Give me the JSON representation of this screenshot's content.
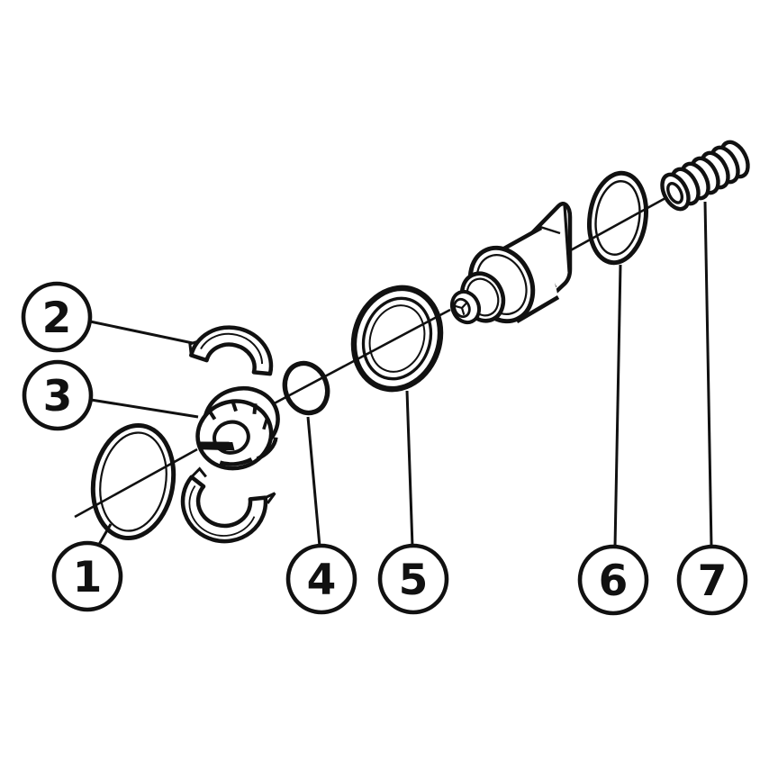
{
  "diagram": {
    "title": "exploded-parts-diagram",
    "background_color": "#ffffff",
    "line_color": "#111111",
    "callouts": [
      {
        "label": "1",
        "part": "retaining-ring-large"
      },
      {
        "label": "2",
        "part": "half-ring-clip-pair"
      },
      {
        "label": "3",
        "part": "slotted-collet-retainer"
      },
      {
        "label": "4",
        "part": "o-ring-small"
      },
      {
        "label": "5",
        "part": "seal-ring"
      },
      {
        "label": "6",
        "part": "o-ring-rear"
      },
      {
        "label": "7",
        "part": "coil-spring"
      }
    ]
  }
}
